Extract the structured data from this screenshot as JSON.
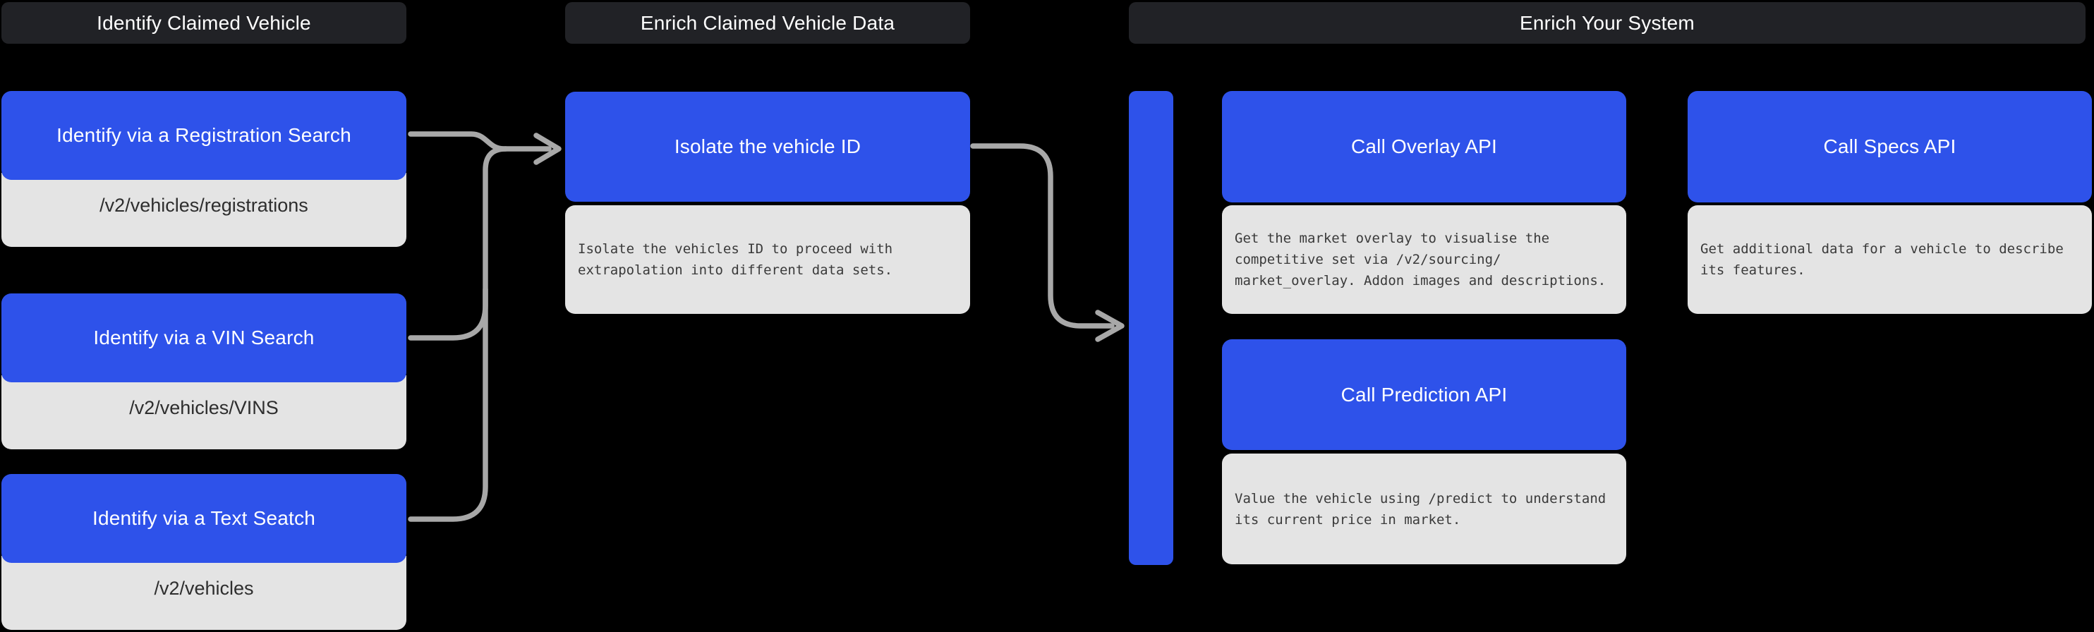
{
  "colors": {
    "background": "#000000",
    "header_bg": "#212226",
    "accent_blue": "#2e52ea",
    "panel_gray": "#e4e4e4",
    "connector_gray": "#a8a8a8",
    "text_light": "#ffffff",
    "text_dark": "#3a3a3a"
  },
  "headers": [
    {
      "label": "Identify Claimed Vehicle"
    },
    {
      "label": "Enrich Claimed Vehicle Data"
    },
    {
      "label": "Enrich Your System"
    }
  ],
  "identify_column": {
    "cards": [
      {
        "title": "Identify via a Registration Search",
        "endpoint": "/v2/vehicles/registrations"
      },
      {
        "title": "Identify via a VIN Search",
        "endpoint": "/v2/vehicles/VINS"
      },
      {
        "title": "Identify via a Text Seatch",
        "endpoint": "/v2/vehicles"
      }
    ]
  },
  "isolate_card": {
    "title": "Isolate the vehicle ID",
    "description": "Isolate the vehicles ID to proceed with\nextrapolation into different data sets."
  },
  "system_column": {
    "cards": [
      {
        "title": "Call Overlay API",
        "description": "Get the market overlay to visualise the\ncompetitive set via /v2/sourcing/\nmarket_overlay. Addon images and descriptions."
      },
      {
        "title": "Call Prediction API",
        "description": "Value the vehicle using /predict to understand\nits current price in market."
      },
      {
        "title": "Call Specs API",
        "description": "Get additional data for a vehicle to describe\nits features."
      }
    ]
  }
}
